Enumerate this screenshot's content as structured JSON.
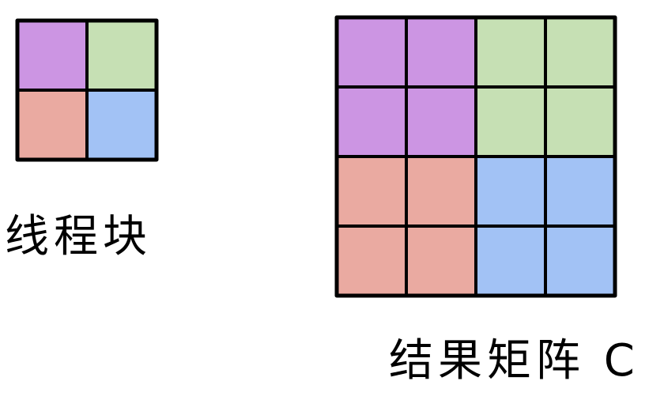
{
  "colors": {
    "purple": "#cc95e3",
    "green": "#c6e0b4",
    "red": "#eaaaa1",
    "blue": "#a2c2f5",
    "ink": "#000000"
  },
  "thread_block": {
    "label": "线程块",
    "grid": [
      [
        "purple",
        "green"
      ],
      [
        "red",
        "blue"
      ]
    ]
  },
  "result_matrix": {
    "label": "结果矩阵 C",
    "grid": [
      [
        "purple",
        "purple",
        "green",
        "green"
      ],
      [
        "purple",
        "purple",
        "green",
        "green"
      ],
      [
        "red",
        "red",
        "blue",
        "blue"
      ],
      [
        "red",
        "red",
        "blue",
        "blue"
      ]
    ]
  }
}
